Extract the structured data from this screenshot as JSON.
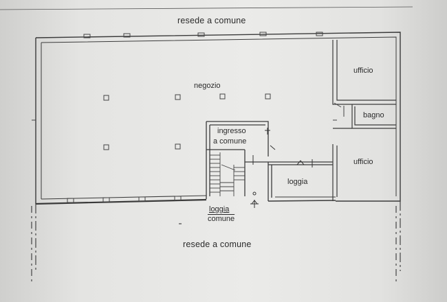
{
  "title_top": "resede a comune",
  "title_bottom": "resede a comune",
  "rooms": {
    "negozio": "negozio",
    "ufficio_top": "ufficio",
    "bagno": "bagno",
    "ufficio_right": "ufficio",
    "ingresso_line1": "ingresso",
    "ingresso_line2": "a comune",
    "loggia": "loggia",
    "loggia_comune_line1": "loggia",
    "loggia_comune_line2": "comune"
  }
}
